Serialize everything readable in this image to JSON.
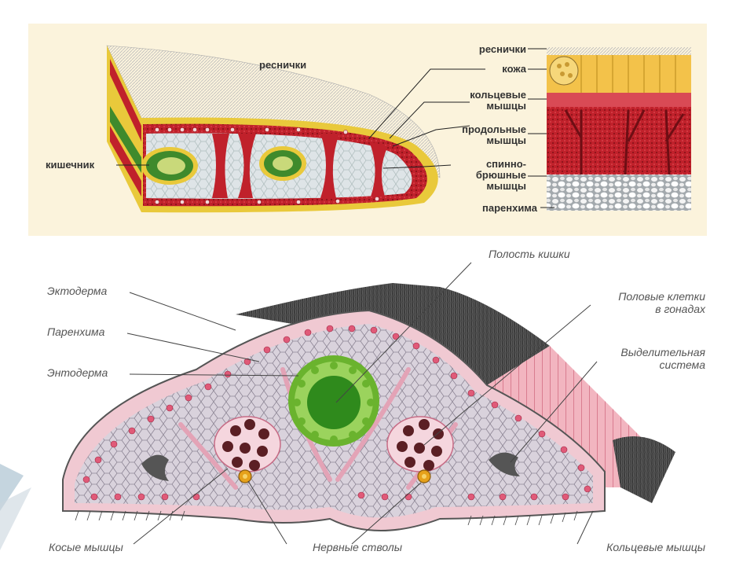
{
  "top_diagram": {
    "panel_color": "#fbf3dc",
    "labels": {
      "cilia_center": "реснички",
      "intestine": "кишечник",
      "cilia": "реснички",
      "skin": "кожа",
      "circular_muscles": "кольцевые\nмышцы",
      "longitudinal_muscles": "продольные\nмышцы",
      "dorsoventral_muscles": "спинно-\nбрюшные\nмышцы",
      "parenchyma": "паренхима"
    }
  },
  "bottom_diagram": {
    "labels": {
      "gut_cavity": "Полость кишки",
      "ectoderm": "Эктодерма",
      "parenchyma": "Паренхима",
      "endoderm": "Энтодерма",
      "germ_cells": "Половые клетки\nв гонадах",
      "excretory_system": "Выделительная\nсистема",
      "oblique_muscles": "Косые мышцы",
      "nerve_trunks": "Нервные стволы",
      "circular_muscles": "Кольцевые мышцы"
    }
  }
}
